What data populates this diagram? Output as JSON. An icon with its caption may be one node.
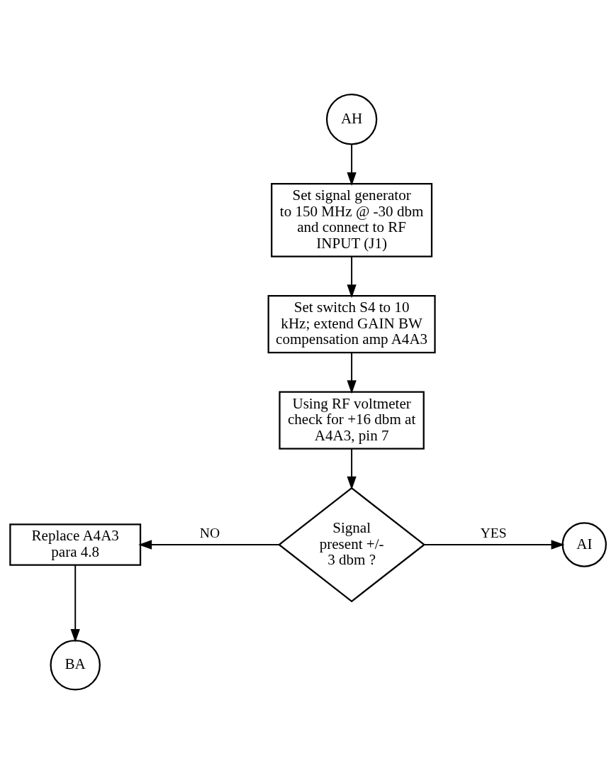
{
  "diagram": {
    "nodes": [
      {
        "text": [
          "AH"
        ]
      },
      {
        "text": [
          "Set signal generator to 150 MHz @ -30 dbm and connect to RF INPUT (J1)"
        ]
      },
      {
        "text": [
          "Set switch S4 to 10 kHz; extend GAIN BW compensation amp A4A3"
        ]
      },
      {
        "text": [
          "Using RF voltmeter check for +16 dbm at A4A3, pin 7"
        ]
      },
      {
        "text": [
          "Signal present +/- 3 dbm ?"
        ]
      },
      {
        "text": [
          "Replace A4A3 para 4.8"
        ]
      },
      {
        "text": [
          "AI"
        ]
      },
      {
        "text": [
          "BA"
        ]
      }
    ],
    "edges": [
      {
        "from": 0,
        "to": 1,
        "arrow": "to"
      },
      {
        "from": 1,
        "to": 2,
        "arrow": "to"
      },
      {
        "from": 2,
        "to": 3,
        "arrow": "to"
      },
      {
        "from": 3,
        "to": 4,
        "arrow": "to"
      },
      {
        "from": 4,
        "to": 5,
        "arrow": "to",
        "label": "NO"
      },
      {
        "from": 4,
        "to": 6,
        "arrow": "to",
        "label": "YES"
      },
      {
        "from": 5,
        "to": 7,
        "arrow": "to"
      }
    ]
  }
}
